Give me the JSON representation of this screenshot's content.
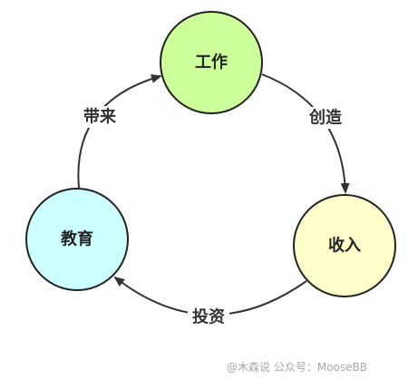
{
  "nodes": {
    "work": {
      "label": "工作",
      "color": "#ccff99"
    },
    "income": {
      "label": "收入",
      "color": "#ffffcc"
    },
    "education": {
      "label": "教育",
      "color": "#ccffff"
    }
  },
  "edges": {
    "create": {
      "label": "创造"
    },
    "invest": {
      "label": "投资"
    },
    "bring": {
      "label": "带来"
    }
  },
  "watermark": "@木森说 公众号：MooseBB",
  "colors": {
    "stroke": "#222222",
    "edge": "#333333"
  }
}
